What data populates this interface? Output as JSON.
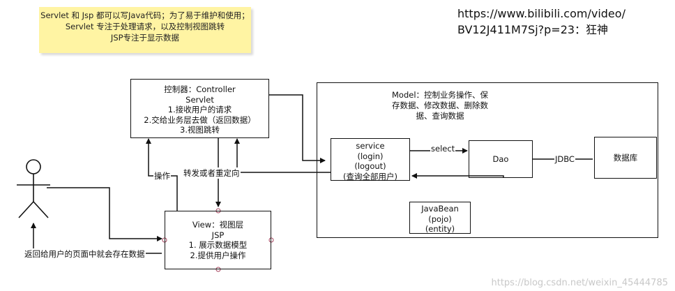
{
  "note": {
    "lines": [
      "Servlet 和 Jsp  都可以写Java代码；为了易于维护和使用；",
      "Servlet 专注于处理请求，以及控制视图跳转",
      "JSP专注于显示数据"
    ]
  },
  "url": {
    "line1": "https://www.bilibili.com/video/",
    "line2": "BV12J411M7Sj?p=23：狂神"
  },
  "controller": {
    "lines": [
      "控制器：Controller",
      "Servlet",
      "1.接收用户的请求",
      "2.交给业务层去做（返回数据）",
      "3.视图跳转"
    ]
  },
  "model": {
    "lines": [
      "Model：控制业务操作、保",
      "存数据、修改数据、删除数",
      "据、查询数据"
    ]
  },
  "service": {
    "lines": [
      "service",
      "(login)",
      "(logout)",
      "(查询全部用户)"
    ]
  },
  "dao": {
    "label": "Dao"
  },
  "db": {
    "label": "数据库"
  },
  "javabean": {
    "lines": [
      "JavaBean",
      "(pojo)",
      "(entity)"
    ]
  },
  "view": {
    "lines": [
      "View：视图层",
      "JSP",
      "1. 展示数据模型",
      "2.提供用户操作"
    ]
  },
  "edges": {
    "select": "select",
    "jdbc": "JDBC",
    "operate": "操作",
    "forward": "转发或者重定向",
    "return_note": "返回给用户的页面中就会存在数据"
  },
  "watermark": "https://blog.csdn.net/weixin_45444785"
}
